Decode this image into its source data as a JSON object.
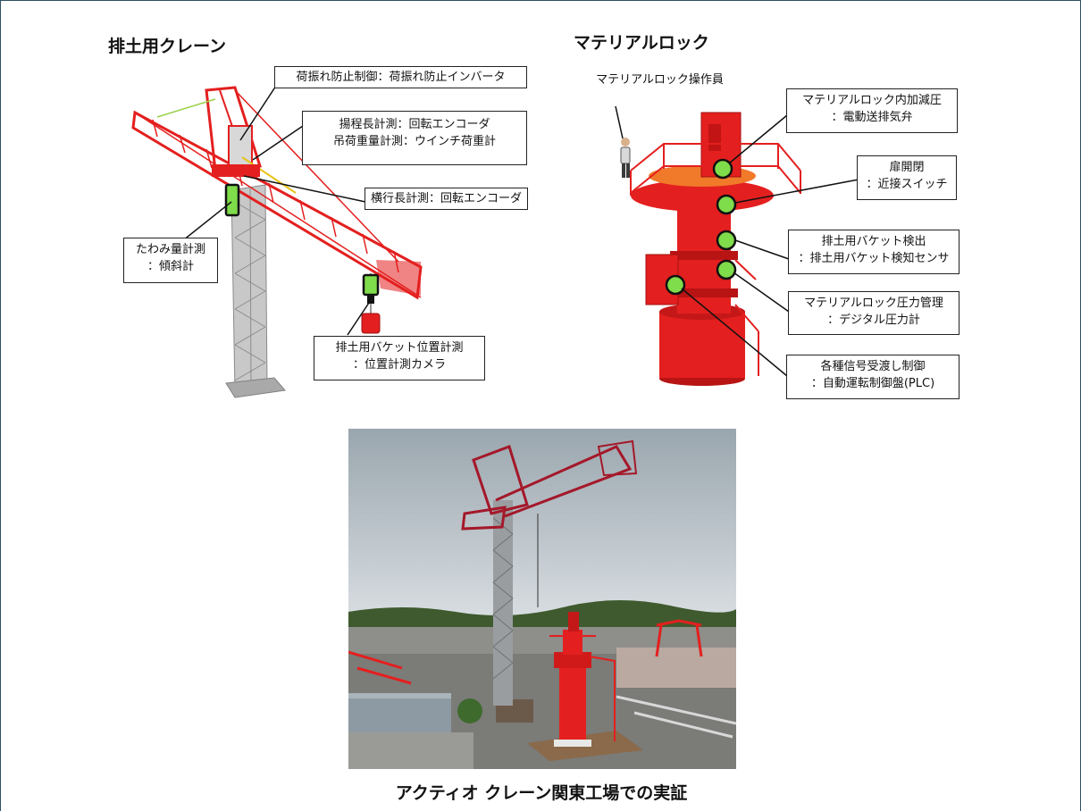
{
  "crane": {
    "title": "排土用クレーン",
    "labels": {
      "sway": "荷振れ防止制御：荷振れ防止インバータ",
      "hoist_1": "揚程長計測：回転エンコーダ",
      "hoist_2": "吊荷重量計測：ウインチ荷重計",
      "traverse": "横行長計測：回転エンコーダ",
      "deflect_1": "たわみ量計測",
      "deflect_2": "：傾斜計",
      "bucket_1": "排土用バケット位置計測",
      "bucket_2": "：位置計測カメラ"
    }
  },
  "lock": {
    "title": "マテリアルロック",
    "labels": {
      "operator": "マテリアルロック操作員",
      "depress_1": "マテリアルロック内加減圧",
      "depress_2": "：電動送排気弁",
      "door_1": "扉開閉",
      "door_2": "：近接スイッチ",
      "detect_1": "排土用バケット検出",
      "detect_2": "：排土用バケット検知センサ",
      "pressure_1": "マテリアルロック圧力管理",
      "pressure_2": "：デジタル圧力計",
      "signal_1": "各種信号受渡し制御",
      "signal_2": "：自動運転制御盤(PLC)"
    }
  },
  "colors": {
    "structure_red": "#e41f1f",
    "sensor_green": "#7fdc4a",
    "mast_gray": "#b9b9b9"
  },
  "caption": "アクティオ クレーン関東工場での実証"
}
